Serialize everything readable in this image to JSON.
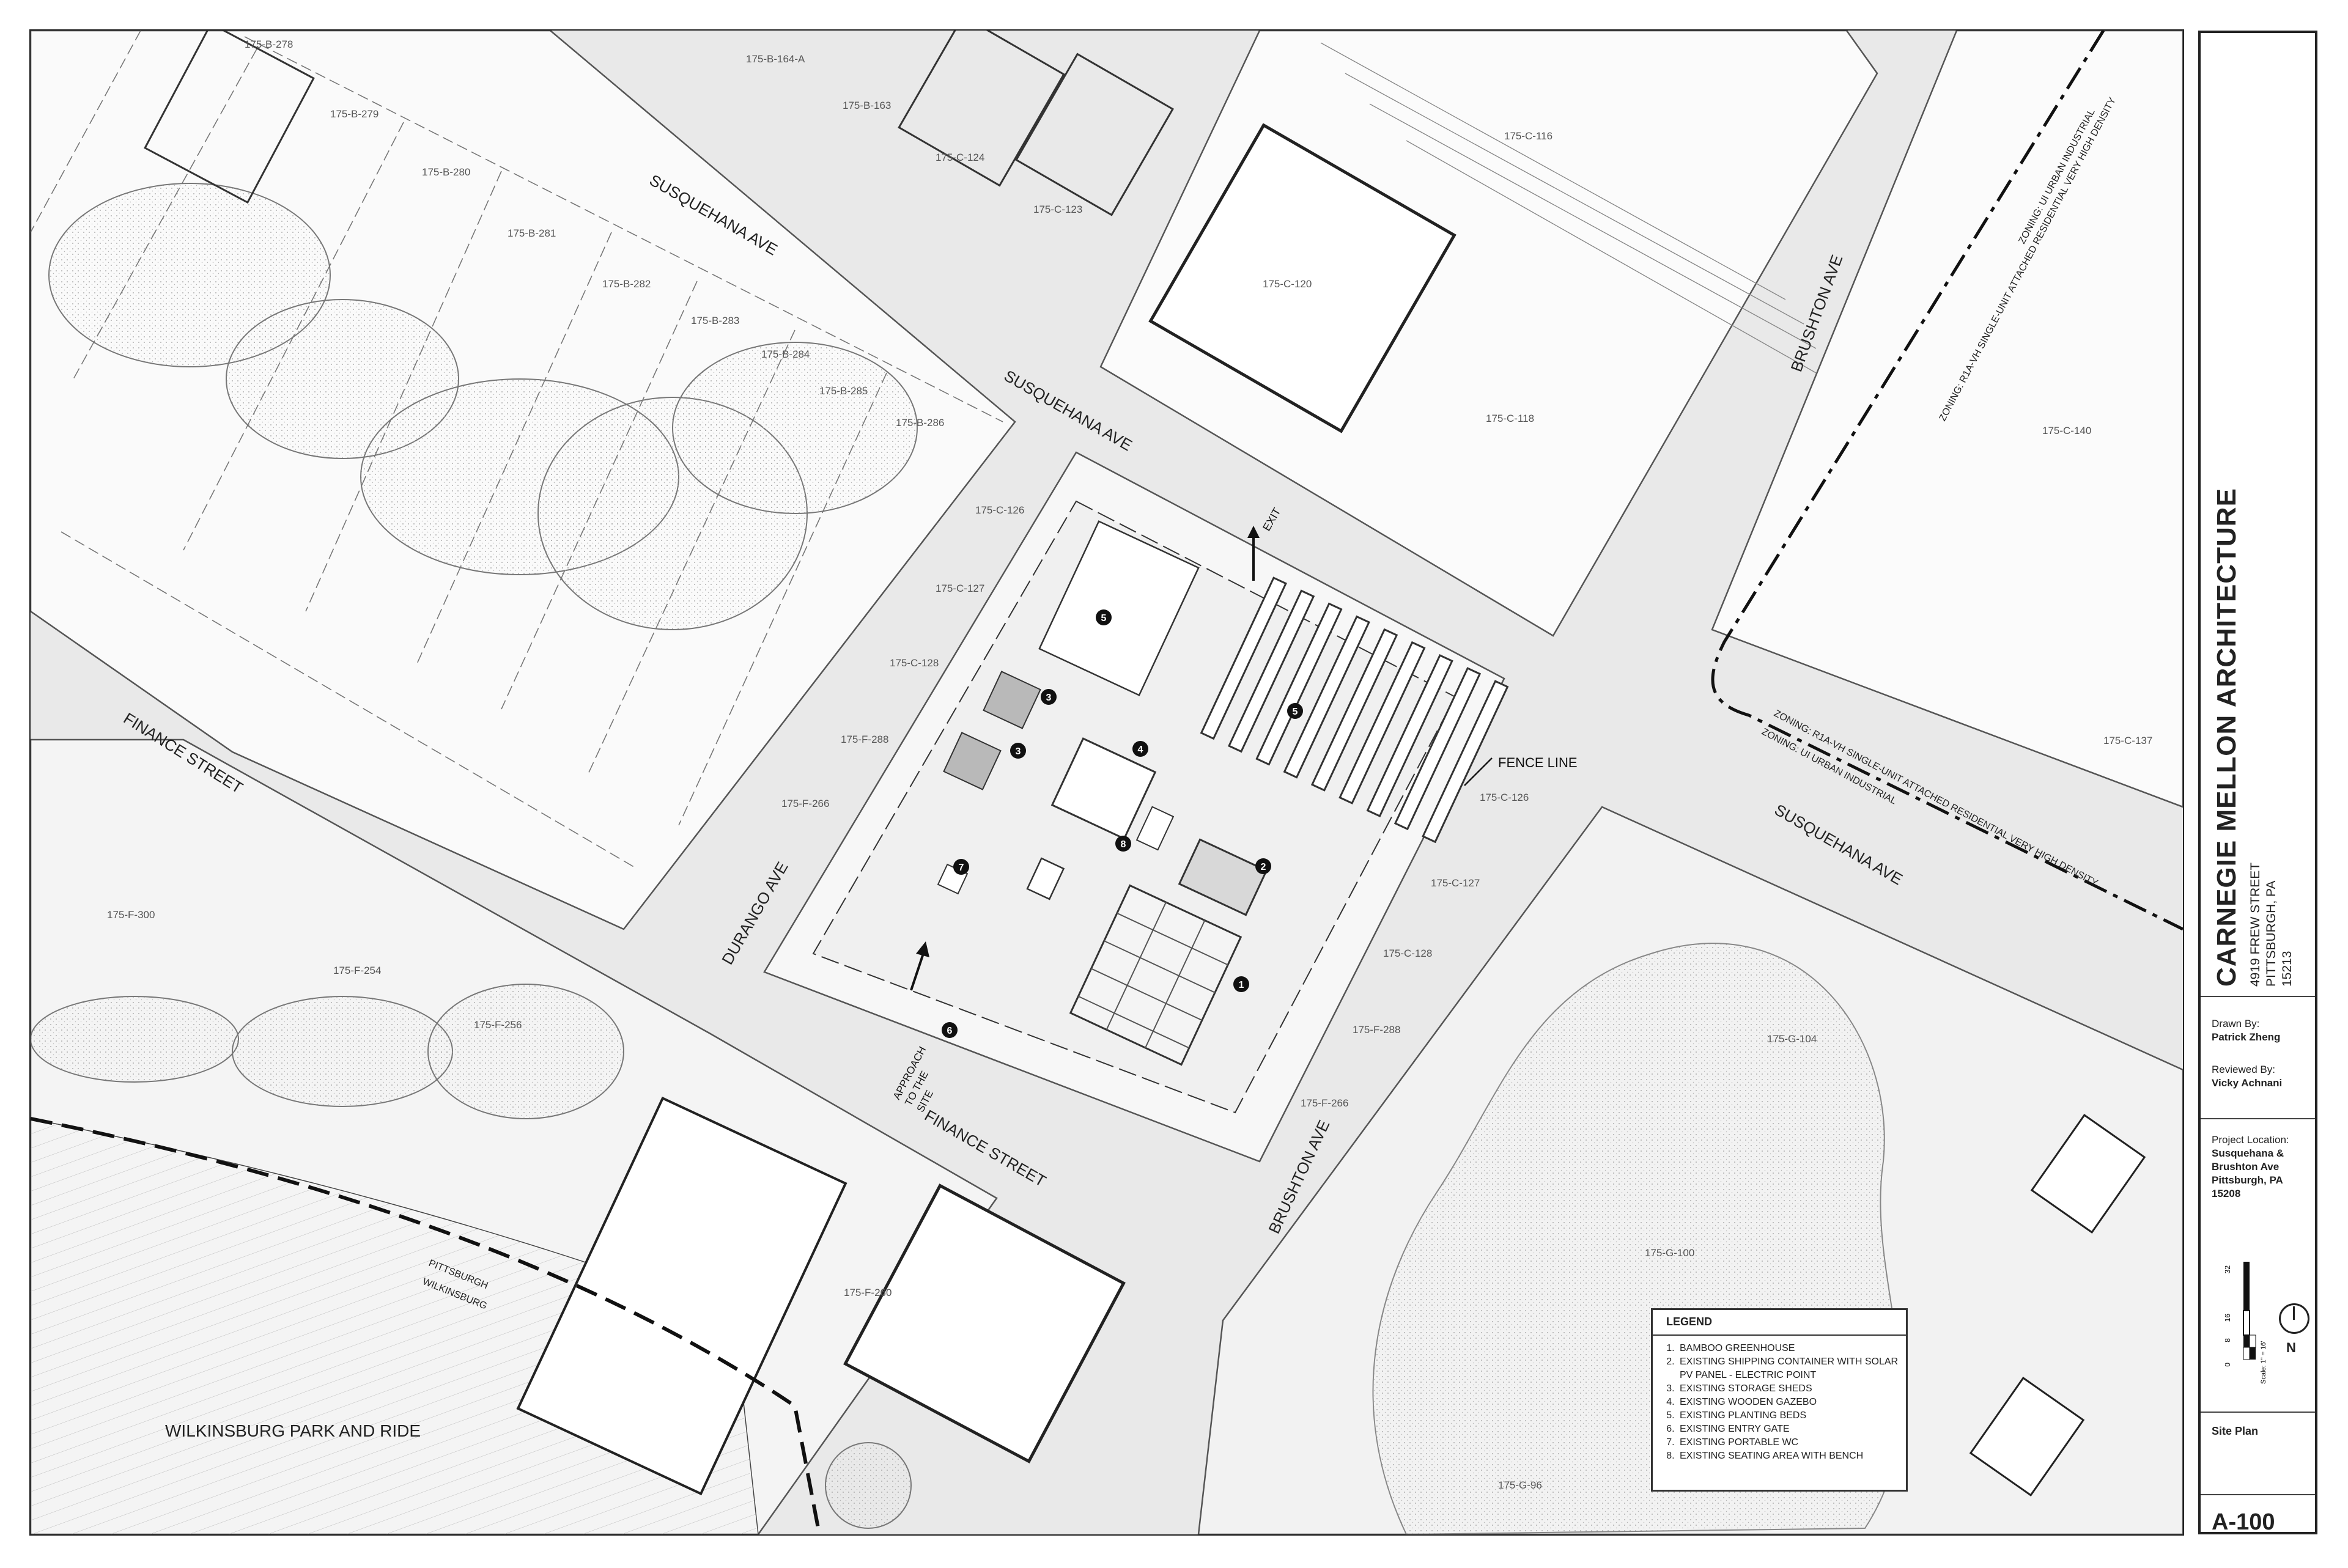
{
  "streets": {
    "susquehana_nw": "SUSQUEHANA AVE",
    "susquehana_mid": "SUSQUEHANA AVE",
    "susquehana_east": "SUSQUEHANA AVE",
    "brushton_north": "BRUSHTON AVE",
    "brushton_south": "BRUSHTON AVE",
    "finance_west": "FINANCE STREET",
    "finance_south": "FINANCE STREET",
    "durango": "DURANGO AVE",
    "park_and_ride": "WILKINSBURG PARK AND RIDE"
  },
  "parcels": [
    {
      "id": "p1",
      "label": "175-B-278"
    },
    {
      "id": "p2",
      "label": "175-B-279"
    },
    {
      "id": "p3",
      "label": "175-B-280"
    },
    {
      "id": "p4",
      "label": "175-B-281"
    },
    {
      "id": "p5",
      "label": "175-B-282"
    },
    {
      "id": "p6",
      "label": "175-B-283"
    },
    {
      "id": "p7",
      "label": "175-B-284"
    },
    {
      "id": "p8",
      "label": "175-B-285"
    },
    {
      "id": "p9",
      "label": "175-B-286"
    },
    {
      "id": "p10",
      "label": "175-B-164-A"
    },
    {
      "id": "p11",
      "label": "175-B-163"
    },
    {
      "id": "p12",
      "label": "175-C-124"
    },
    {
      "id": "p13",
      "label": "175-C-123"
    },
    {
      "id": "p14",
      "label": "175-C-116"
    },
    {
      "id": "p15",
      "label": "175-C-120"
    },
    {
      "id": "p16",
      "label": "175-C-118"
    },
    {
      "id": "p17",
      "label": "175-C-140"
    },
    {
      "id": "p18",
      "label": "175-C-137"
    },
    {
      "id": "p19",
      "label": "175-C-126"
    },
    {
      "id": "p20",
      "label": "175-C-127"
    },
    {
      "id": "p21",
      "label": "175-C-128"
    },
    {
      "id": "p22",
      "label": "175-F-288"
    },
    {
      "id": "p23",
      "label": "175-F-266"
    },
    {
      "id": "p24",
      "label": "175-C-126"
    },
    {
      "id": "p25",
      "label": "175-C-127"
    },
    {
      "id": "p26",
      "label": "175-C-128"
    },
    {
      "id": "p27",
      "label": "175-F-288"
    },
    {
      "id": "p28",
      "label": "175-F-266"
    },
    {
      "id": "p29",
      "label": "175-F-300"
    },
    {
      "id": "p30",
      "label": "175-F-254"
    },
    {
      "id": "p31",
      "label": "175-F-256"
    },
    {
      "id": "p32",
      "label": "175-F-260"
    },
    {
      "id": "p33",
      "label": "175-G-104"
    },
    {
      "id": "p34",
      "label": "175-G-100"
    },
    {
      "id": "p35",
      "label": "175-G-96"
    }
  ],
  "site_labels": {
    "exit": "EXIT",
    "fence_line": "FENCE LINE",
    "approach": [
      "APPROACH",
      "TO THE",
      "SITE"
    ]
  },
  "zoning": {
    "north_left": "ZONING: UI URBAN INDUSTRIAL",
    "north_right": "ZONING: R1A-VH SINGLE-UNIT ATTACHED RESIDENTIAL VERY HIGH DENSITY",
    "east_top": "ZONING: R1A-VH SINGLE-UNIT ATTACHED RESIDENTIAL VERY HIGH DENSITY",
    "east_bottom": "ZONING: UI URBAN INDUSTRIAL"
  },
  "boundary": {
    "pittsburgh": "PITTSBURGH",
    "wilkinsburg": "WILKINSBURG"
  },
  "markers": [
    "1",
    "2",
    "3",
    "3",
    "4",
    "5",
    "5",
    "6",
    "7",
    "8"
  ],
  "legend": {
    "title": "LEGEND",
    "items": [
      "BAMBOO GREENHOUSE",
      "EXISTING SHIPPING CONTAINER WITH SOLAR PV PANEL - ELECTRIC POINT",
      "EXISTING STORAGE SHEDS",
      "EXISTING WOODEN GAZEBO",
      "EXISTING PLANTING BEDS",
      "EXISTING ENTRY GATE",
      "EXISTING PORTABLE WC",
      "EXISTING SEATING AREA WITH BENCH"
    ]
  },
  "title_block": {
    "firm": "CARNEGIE MELLON ARCHITECTURE",
    "address": [
      "4919 FREW STREET",
      "PITTSBURGH, PA",
      "15213"
    ],
    "drawn_by_label": "Drawn By:",
    "drawn_by": "Patrick Zheng",
    "reviewed_by_label": "Reviewed By:",
    "reviewed_by": "Vicky Achnani",
    "location_label": "Project Location:",
    "location": [
      "Susquehana &",
      "Brushton Ave",
      "Pittsburgh, PA",
      "15208"
    ],
    "scale_text": "Scale: 1\" = 16'",
    "scale_ticks": [
      "0",
      "8",
      "16",
      "32"
    ],
    "north": "N",
    "sheet_title": "Site Plan",
    "sheet_number": "A-100"
  }
}
